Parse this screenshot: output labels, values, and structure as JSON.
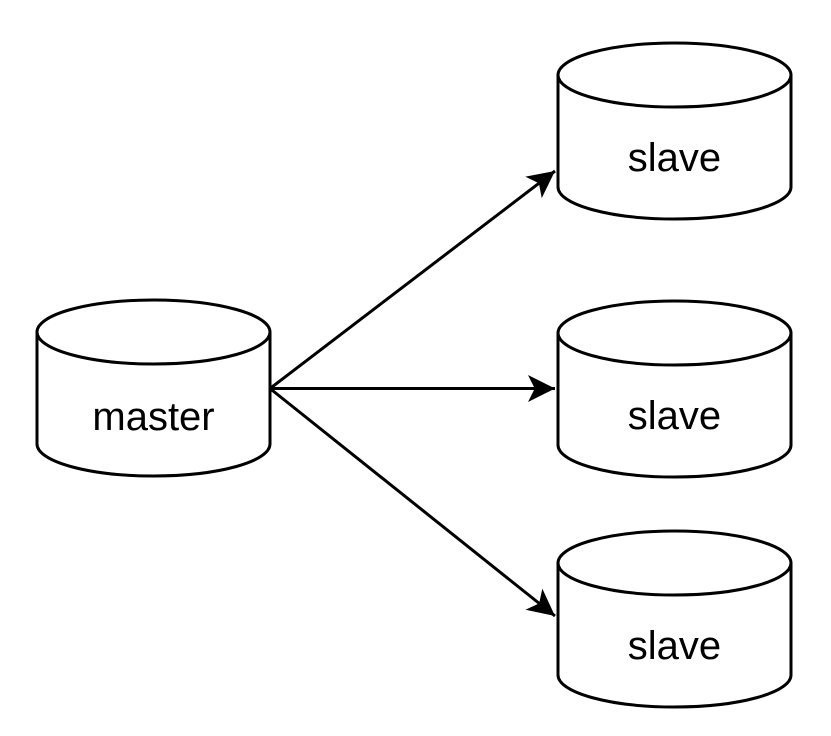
{
  "page": {
    "background_color": "#ffffff"
  },
  "diagram": {
    "type": "database-replication-topology",
    "stroke_color": "#000000",
    "fill_color": "#ffffff",
    "text_color": "#000000",
    "nodes": [
      {
        "id": "master",
        "label": "master",
        "shape": "database-cylinder",
        "role": "source"
      },
      {
        "id": "slave-top",
        "label": "slave",
        "shape": "database-cylinder",
        "role": "replica"
      },
      {
        "id": "slave-middle",
        "label": "slave",
        "shape": "database-cylinder",
        "role": "replica"
      },
      {
        "id": "slave-bottom",
        "label": "slave",
        "shape": "database-cylinder",
        "role": "replica"
      }
    ],
    "edges": [
      {
        "from": "master",
        "to": "slave-top",
        "style": "solid-arrow"
      },
      {
        "from": "master",
        "to": "slave-middle",
        "style": "solid-arrow"
      },
      {
        "from": "master",
        "to": "slave-bottom",
        "style": "solid-arrow"
      }
    ]
  }
}
